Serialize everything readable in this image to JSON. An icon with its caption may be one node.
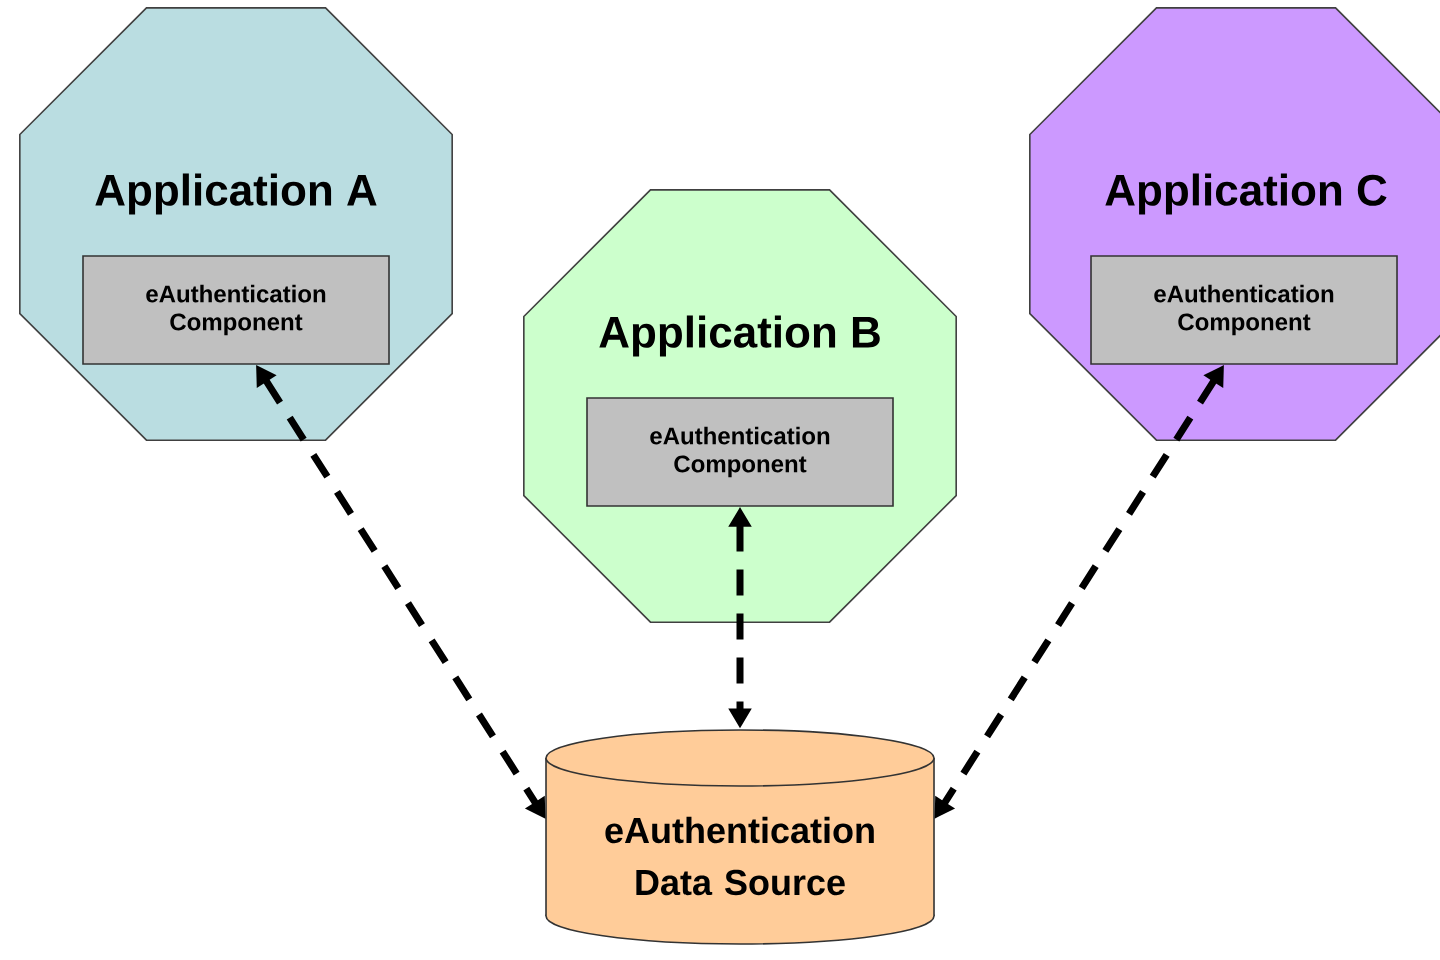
{
  "diagram": {
    "nodes": [
      {
        "text": [
          "Application A"
        ]
      },
      {
        "text": [
          "eAuthentication Component"
        ],
        "in": 0
      },
      {
        "text": [
          "Application B"
        ]
      },
      {
        "text": [
          "eAuthentication Component"
        ],
        "in": 2
      },
      {
        "text": [
          "Application C"
        ]
      },
      {
        "text": [
          "eAuthentication Component"
        ],
        "in": 4
      },
      {
        "text": [
          "eAuthentication Data Source"
        ]
      }
    ],
    "edges": [
      {
        "from": 1,
        "to": 6,
        "arrow": "both",
        "style": "dashed"
      },
      {
        "from": 3,
        "to": 6,
        "arrow": "both",
        "style": "dashed"
      },
      {
        "from": 5,
        "to": 6,
        "arrow": "both",
        "style": "dashed"
      }
    ]
  }
}
